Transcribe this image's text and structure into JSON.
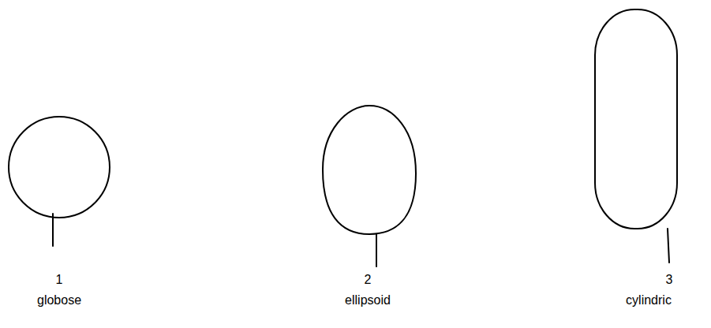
{
  "diagram": {
    "labels": [
      "1",
      "globose",
      "2",
      "ellipsoid",
      "3",
      "cylindric"
    ]
  }
}
